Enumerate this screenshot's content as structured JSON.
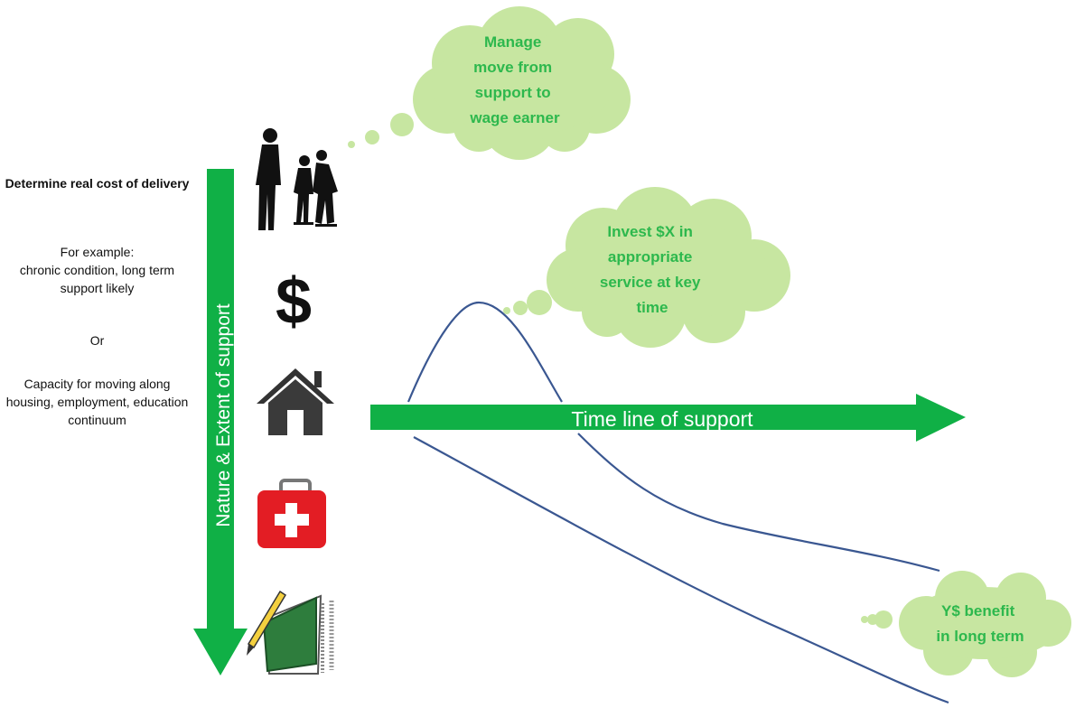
{
  "left_panel": {
    "title": "Determine real cost of delivery",
    "example_intro": "For example:",
    "example_body": "chronic condition, long term support likely",
    "or_label": "Or",
    "capacity_text": "Capacity for moving along housing, employment, education continuum"
  },
  "vertical_arrow": {
    "label": "Nature & Extent  of support",
    "color": "#10b046"
  },
  "horizontal_arrow": {
    "label": "Time line of support",
    "color": "#10b046"
  },
  "icons": [
    "family-icon",
    "dollar-icon",
    "house-icon",
    "first-aid-kit-icon",
    "notebook-pencil-icon"
  ],
  "bubbles": {
    "top": {
      "lines": [
        "Manage",
        "move from",
        "support to",
        "wage earner"
      ]
    },
    "middle": {
      "lines": [
        "Invest $X in",
        "appropriate",
        "service at key",
        "time"
      ]
    },
    "bottom": {
      "lines": [
        "Y$ benefit",
        "in long term"
      ]
    }
  },
  "colors": {
    "bubble_fill": "#c7e6a1",
    "bubble_text": "#2db84d",
    "curve": "#3a5791"
  }
}
